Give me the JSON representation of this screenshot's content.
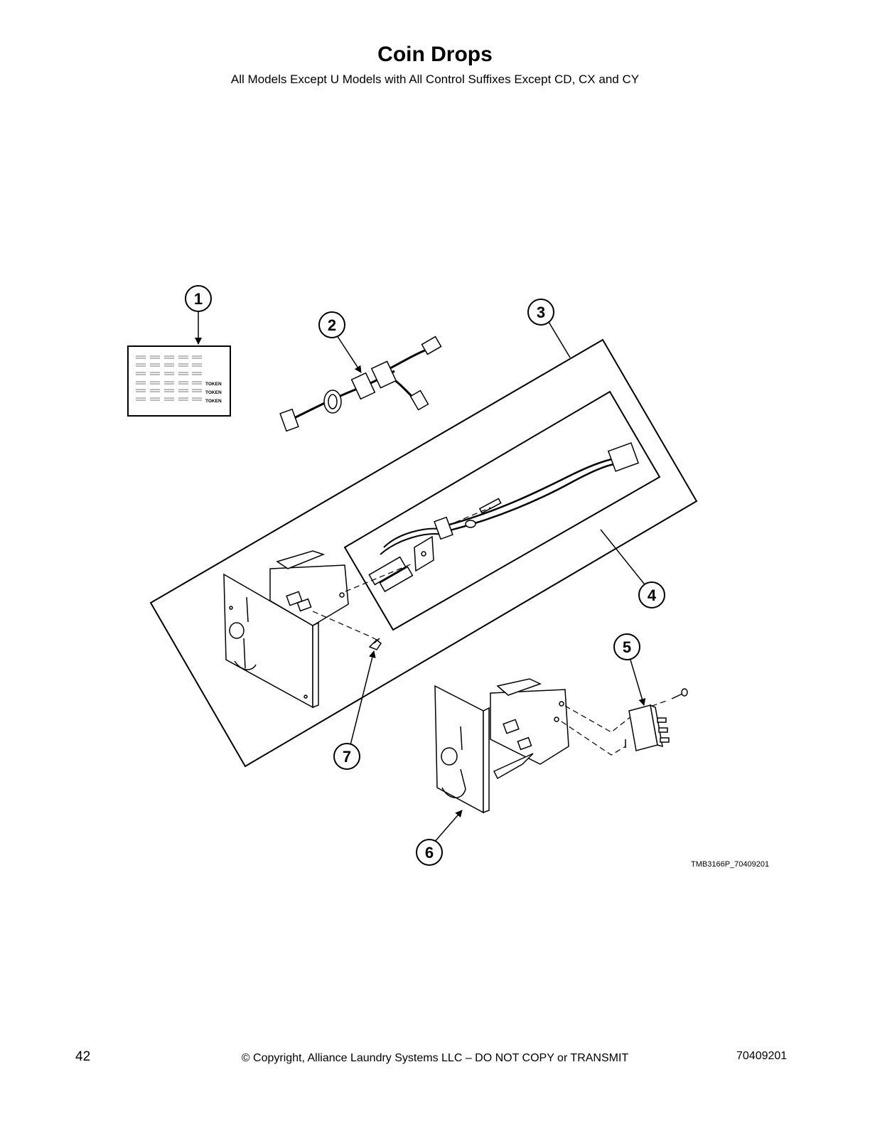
{
  "header": {
    "title": "Coin Drops",
    "subtitle": "All Models Except U Models with All Control Suffixes Except CD, CX and CY"
  },
  "diagram": {
    "callouts": [
      "1",
      "2",
      "3",
      "4",
      "5",
      "6",
      "7"
    ],
    "decal_text": [
      "TOKEN",
      "TOKEN",
      "TOKEN"
    ],
    "drawing_ref": "TMB3166P_70409201"
  },
  "footer": {
    "page_number": "42",
    "copyright": "© Copyright, Alliance Laundry Systems LLC – DO NOT COPY or TRANSMIT",
    "doc_number": "70409201"
  }
}
